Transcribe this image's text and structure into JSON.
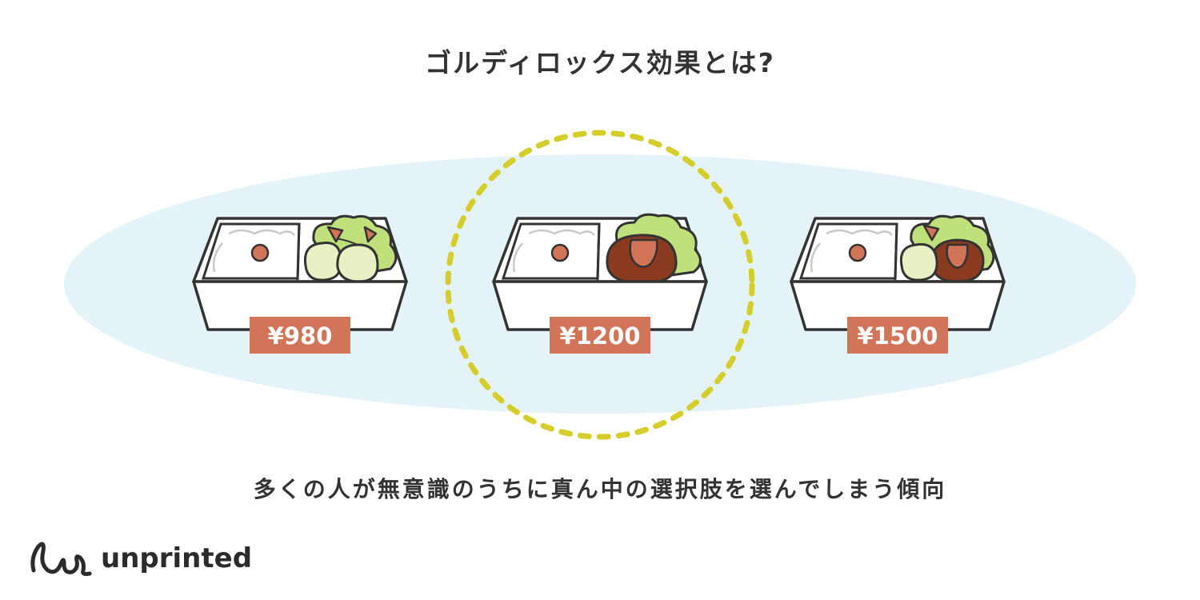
{
  "title": "ゴルディロックス効果とは?",
  "caption": "多くの人が無意識のうちに真ん中の選択肢を選んでしまう傾向",
  "colors": {
    "ellipse": "#e3f3f7",
    "dashed_circle": "#d4cd2a",
    "price_tag": "#d27458",
    "outline": "#333333",
    "lettuce": "#bfe07a",
    "umeboshi": "#d27458",
    "hamburg": "#8a3a1f",
    "tempura": "#e8f1c4"
  },
  "options": [
    {
      "price": "¥980",
      "dishes": [
        "tempura",
        "shrimp",
        "lettuce"
      ],
      "icon": "bento-tempura-icon"
    },
    {
      "price": "¥1200",
      "dishes": [
        "hamburg",
        "lettuce"
      ],
      "icon": "bento-hamburg-icon"
    },
    {
      "price": "¥1500",
      "dishes": [
        "tempura",
        "shrimp",
        "hamburg",
        "lettuce"
      ],
      "icon": "bento-deluxe-icon"
    }
  ],
  "highlighted_option": 1,
  "brand": {
    "name": "unprinted",
    "icon": "unprinted-logo-icon"
  }
}
